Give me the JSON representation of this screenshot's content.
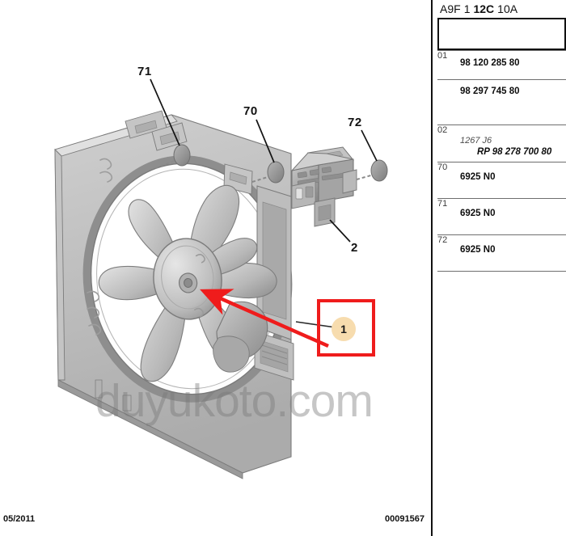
{
  "document": {
    "footer_date": "05/2011",
    "footer_code": "00091567",
    "watermark": "duyukoto.com"
  },
  "illustration": {
    "alt": "exploded view of engine cooling fan assembly with shroud, fan motor, resistor module and fixing screws",
    "callouts": [
      {
        "id": "71",
        "label": "71"
      },
      {
        "id": "70",
        "label": "70"
      },
      {
        "id": "72",
        "label": "72"
      },
      {
        "id": "2",
        "label": "2"
      }
    ],
    "highlight": {
      "badge_label": "1",
      "box_color": "#ef1c1c",
      "badge_color": "#f7dcae",
      "arrow_color": "#ef1c1c"
    }
  },
  "parts_panel": {
    "header": {
      "segments": [
        {
          "text": "A9F",
          "bold": false
        },
        {
          "text": "1",
          "bold": false
        },
        {
          "text": "12C",
          "bold": true
        },
        {
          "text": "10A",
          "bold": false
        }
      ]
    },
    "search_value": "",
    "search_placeholder": "",
    "rows": [
      {
        "index": "01",
        "highlight": "peach",
        "lines": [
          {
            "text": "98 120 285 80",
            "style": "bold"
          }
        ]
      },
      {
        "index": "",
        "highlight": "none",
        "lines": [
          {
            "text": "98 297 745 80",
            "style": "bold"
          }
        ]
      },
      {
        "index": "02",
        "highlight": "none",
        "lines": [
          {
            "text": "1267 J6",
            "style": "italic-light"
          },
          {
            "text": "RP 98 278 700 80",
            "style": "italic-bold"
          }
        ]
      },
      {
        "index": "70",
        "highlight": "none",
        "lines": [
          {
            "text": "6925 N0",
            "style": "bold"
          }
        ]
      },
      {
        "index": "71",
        "highlight": "none",
        "lines": [
          {
            "text": "6925 N0",
            "style": "bold"
          }
        ]
      },
      {
        "index": "72",
        "highlight": "blue",
        "lines": [
          {
            "text": "6925 N0",
            "style": "bold"
          }
        ]
      }
    ]
  }
}
